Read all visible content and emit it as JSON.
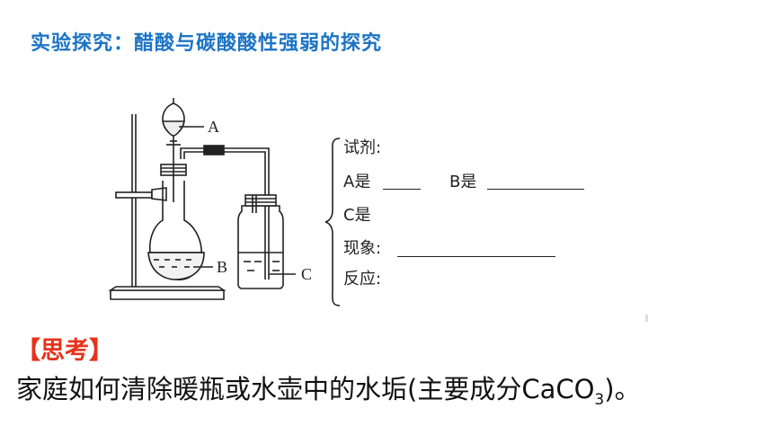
{
  "slide": {
    "title": "实验探究：醋酸与碳酸酸性强弱的探究"
  },
  "apparatus": {
    "labels": {
      "a": "A",
      "b": "B",
      "c": "C"
    }
  },
  "form": {
    "reagent_label": "试剂:",
    "a_label": "A是",
    "b_label": "B是",
    "c_label": "C是",
    "phenomenon_label": "现象:",
    "reaction_label": "反应:"
  },
  "think": {
    "heading": "【思考】",
    "question_before": "家庭如何清除暖瓶或水壶中的水垢(主要成分CaCO",
    "question_sub": "3",
    "question_after": ")。"
  }
}
